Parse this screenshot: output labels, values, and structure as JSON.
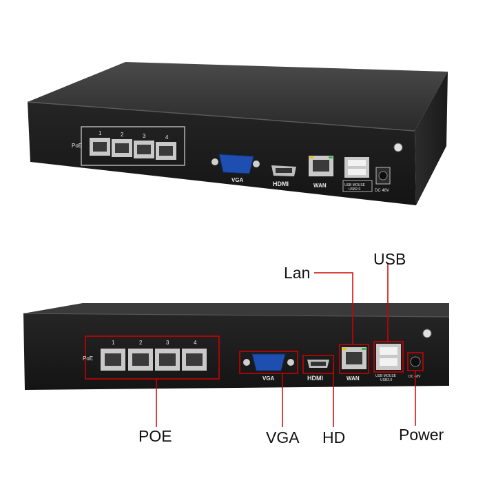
{
  "top_view": {
    "poe_label": "PoE",
    "port_numbers": [
      "1",
      "2",
      "3",
      "4"
    ],
    "vga_label": "VGA",
    "hdmi_label": "HDMI",
    "wan_label": "WAN",
    "usb_label_1": "USB MOUSE",
    "usb_label_2": "USB2.0",
    "power_label": "DC 48V"
  },
  "bottom_view": {
    "poe_label": "PoE",
    "port_numbers": [
      "1",
      "2",
      "3",
      "4"
    ],
    "vga_label": "VGA",
    "hdmi_label": "HDMI",
    "wan_label": "WAN",
    "usb_label_1": "USB MOUSE",
    "usb_label_2": "USB2.0",
    "power_label": "DC 48V"
  },
  "callouts": {
    "lan": "Lan",
    "usb": "USB",
    "poe": "POE",
    "vga": "VGA",
    "hd": "HD",
    "power": "Power"
  },
  "colors": {
    "chassis": "#1e1e1e",
    "callout_line": "#d00000",
    "vga_blue": "#1e4fb0"
  }
}
